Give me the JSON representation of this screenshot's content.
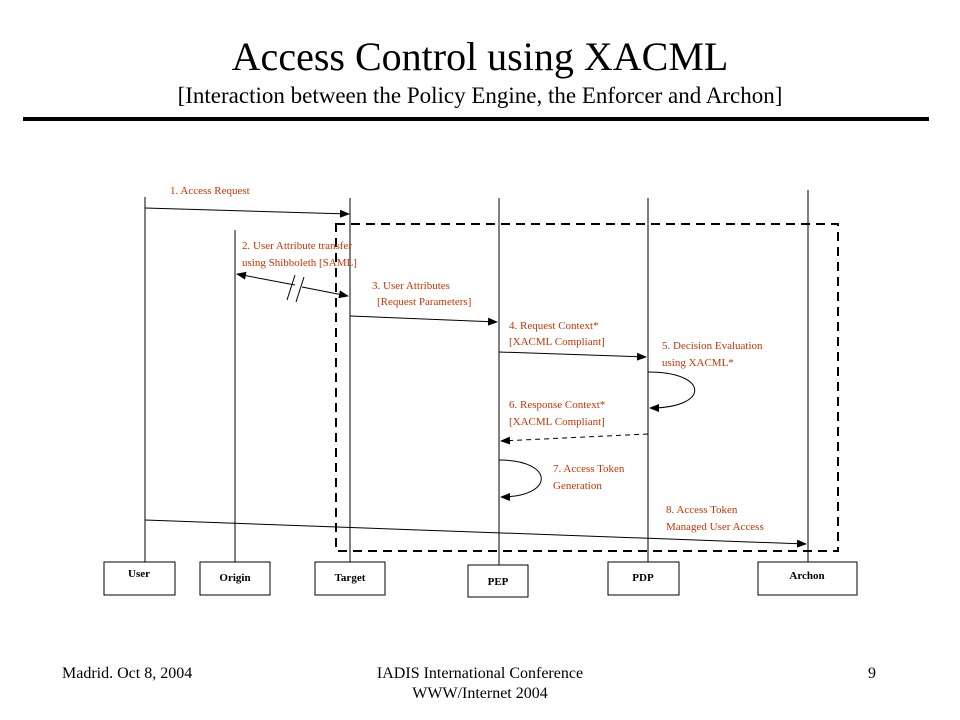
{
  "slide": {
    "title": "Access Control using XACML",
    "subtitle": "[Interaction between the Policy Engine, the Enforcer and Archon]"
  },
  "actors": {
    "user": "User",
    "origin": "Origin",
    "target": "Target",
    "pep": "PEP",
    "pdp": "PDP",
    "archon": "Archon"
  },
  "messages": {
    "m1": "1. Access Request",
    "m2": [
      "2. User Attribute transfer",
      "using Shibboleth [SAML]"
    ],
    "m3": [
      "3. User Attributes",
      "[Request Parameters]"
    ],
    "m4": [
      "4. Request Context*",
      "[XACML Compliant]"
    ],
    "m5": [
      "5. Decision Evaluation",
      "using XACML*"
    ],
    "m6": [
      "6. Response Context*",
      "[XACML Compliant]"
    ],
    "m7": [
      "7. Access Token",
      "Generation"
    ],
    "m8": [
      "8. Access Token",
      "Managed User Access"
    ]
  },
  "footer": {
    "left": "Madrid. Oct 8, 2004",
    "center_line1": "IADIS International Conference",
    "center_line2": "WWW/Internet 2004",
    "page": "9"
  },
  "colors": {
    "label": "#cc3300",
    "line": "#000000"
  }
}
